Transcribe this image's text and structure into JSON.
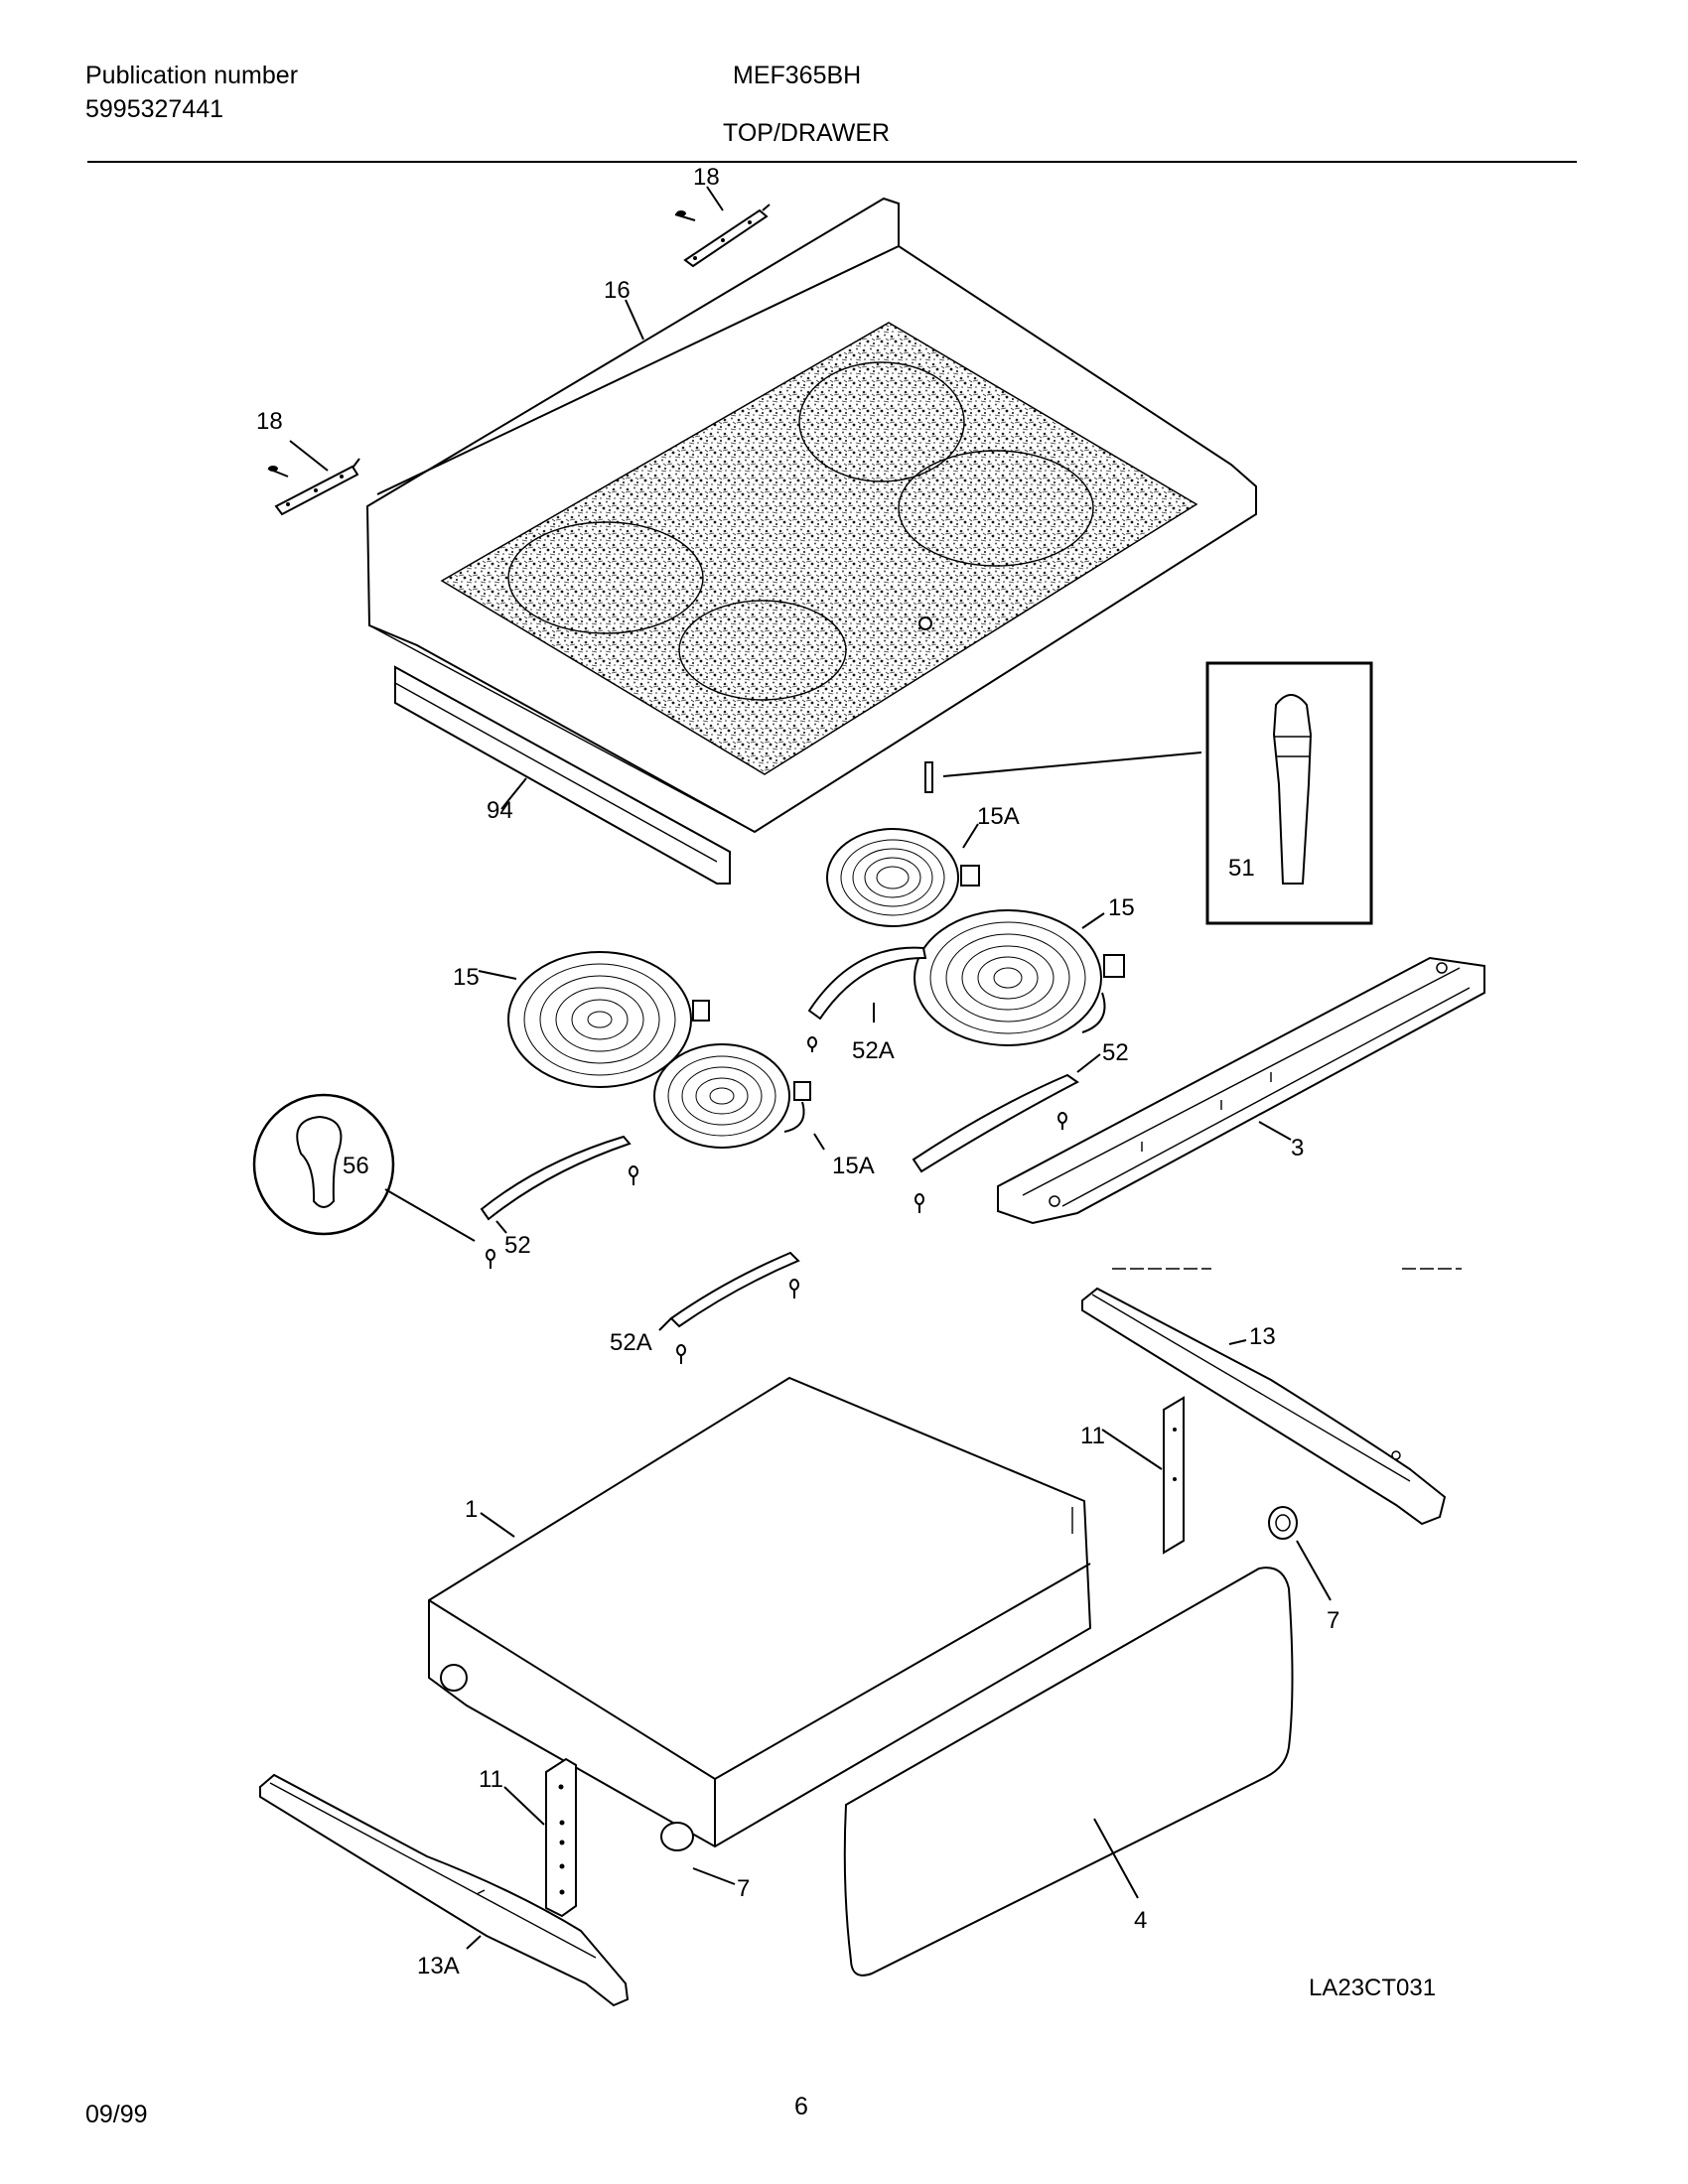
{
  "header": {
    "publication_label": "Publication number",
    "publication_number": "5995327441",
    "model": "MEF365BH",
    "section": "TOP/DRAWER"
  },
  "callouts": {
    "c18a": "18",
    "c16": "16",
    "c18b": "18",
    "c94": "94",
    "c51": "51",
    "c15a_top": "15A",
    "c15_right": "15",
    "c15_left": "15",
    "c52a_mid": "52A",
    "c52_right": "52",
    "c3": "3",
    "c56": "56",
    "c15a_bottom": "15A",
    "c52_left": "52",
    "c52a_low": "52A",
    "c13": "13",
    "c11_right": "11",
    "c1": "1",
    "c7_right": "7",
    "c11_left": "11",
    "c7_left": "7",
    "c13a": "13A",
    "c4": "4"
  },
  "footer": {
    "drawing_id": "LA23CT031",
    "date": "09/99",
    "page": "6"
  },
  "colors": {
    "ink": "#000000",
    "paper": "#ffffff"
  }
}
